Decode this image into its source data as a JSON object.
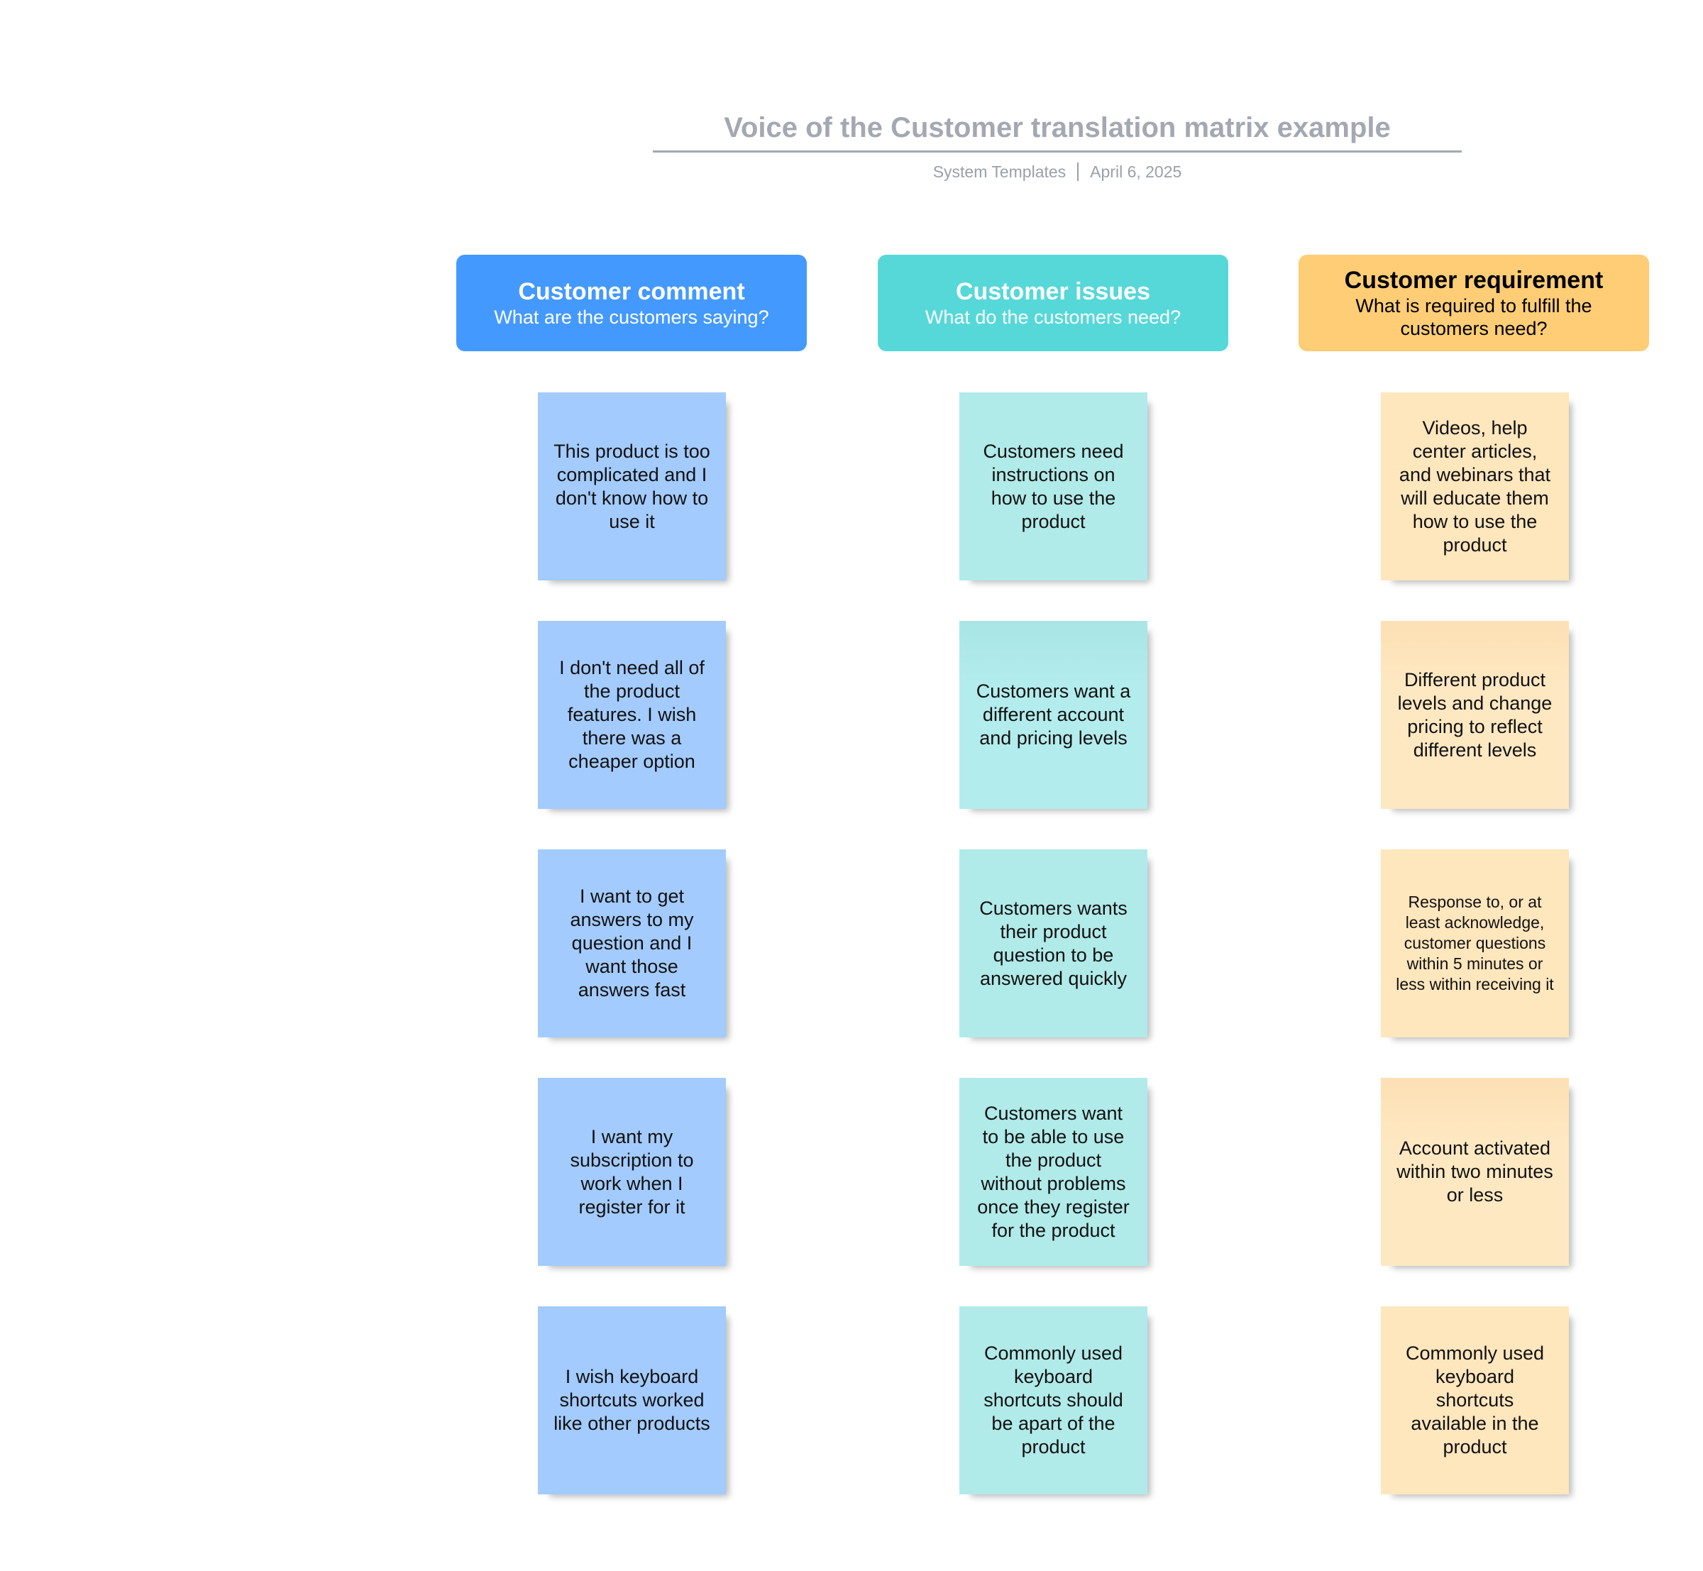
{
  "title": "Voice of the Customer translation matrix example",
  "author": "System Templates",
  "date": "April 6, 2025",
  "columns": [
    {
      "title": "Customer comment",
      "subtitle": "What are the customers saying?",
      "color": "#4499ff"
    },
    {
      "title": "Customer issues",
      "subtitle": "What do the customers need?",
      "color": "#56d8d9"
    },
    {
      "title": "Customer requirement",
      "subtitle": "What is required to fulfill the customers need?",
      "color": "#ffcd75"
    }
  ],
  "comments": [
    "This product is too complicated and I don't know how to use it",
    "I don't need all of the product features. I wish there was a cheaper option",
    "I want to get answers to my question and I want those answers fast",
    "I want my subscription to work when I register for it",
    "I wish keyboard shortcuts worked like other products"
  ],
  "issues": [
    "Customers need instructions on how to use the product",
    "Customers want a different account and pricing levels",
    "Customers wants their product question to be answered quickly",
    "Customers want to be able to use the product without problems once they register for the product",
    "Commonly used keyboard shortcuts should be apart of the product"
  ],
  "requirements": [
    "Videos, help center articles, and webinars that will educate them how to use the product",
    "Different product levels and change pricing to reflect different levels",
    "Response to, or at least acknowledge, customer questions within 5 minutes or less within receiving it",
    "Account activated within two minutes or less",
    "Commonly used keyboard shortcuts available in the product"
  ],
  "sticky_colors": {
    "comment": "#a3cbfd",
    "issue": "#b0eae9",
    "requirement": "#fee6bd"
  }
}
